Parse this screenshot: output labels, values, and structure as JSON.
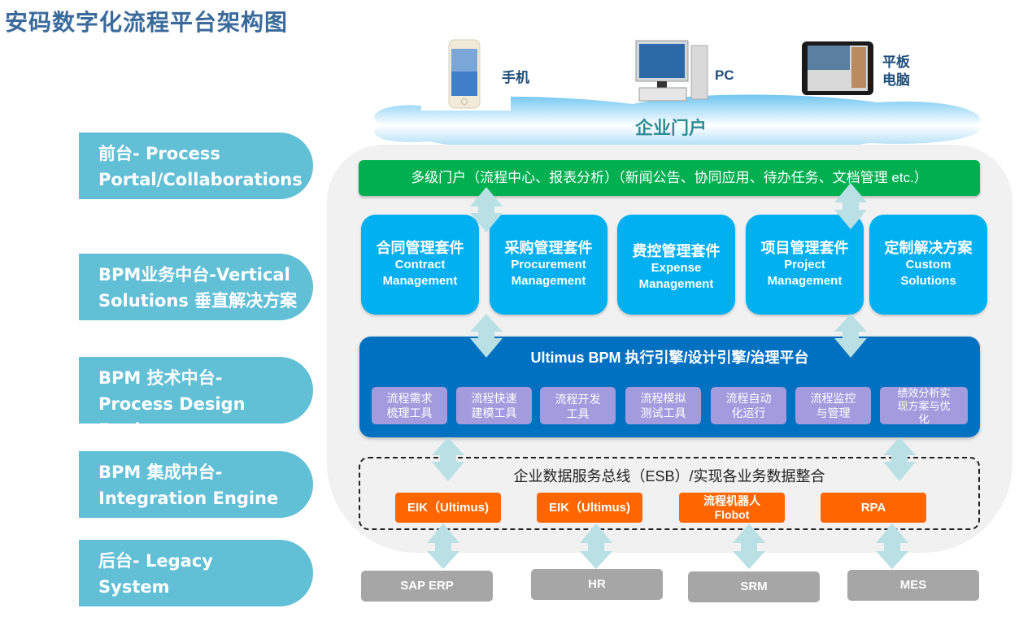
{
  "title": "安码数字化流程平台架构图",
  "devices": [
    {
      "name": "phone",
      "label": "手机"
    },
    {
      "name": "pc",
      "label": "PC"
    },
    {
      "name": "tablet",
      "label": "平板\n电脑"
    }
  ],
  "portal_cloud": "企业门户",
  "layers": [
    {
      "id": "front",
      "label": "前台- Process\nPortal/Collaborations"
    },
    {
      "id": "business",
      "label": "BPM业务中台-Vertical\nSolutions 垂直解决方案"
    },
    {
      "id": "tech",
      "label": "BPM 技术中台-\nProcess Design Engine"
    },
    {
      "id": "integration",
      "label": "BPM 集成中台-\nIntegration Engine"
    },
    {
      "id": "legacy",
      "label": "后台- Legacy\nSystem"
    }
  ],
  "portal_bar": "多级门户（流程中心、报表分析）（新闻公告、协同应用、待办任务、文档管理 etc.）",
  "suites": [
    {
      "cn": "合同管理套件",
      "en": "Contract\nManagement"
    },
    {
      "cn": "采购管理套件",
      "en": "Procurement\nManagement"
    },
    {
      "cn": "费控管理套件",
      "en": "Expense\nManagement"
    },
    {
      "cn": "项目管理套件",
      "en": "Project\nManagement"
    },
    {
      "cn": "定制解决方案",
      "en": "Custom\nSolutions"
    }
  ],
  "engine": {
    "title": "Ultimus BPM 执行引擎/设计引擎/治理平台",
    "tools": [
      "流程需求\n梳理工具",
      "流程快速\n建模工具",
      "流程开发\n工具",
      "流程模拟\n测试工具",
      "流程自动\n化运行",
      "流程监控\n与管理",
      "绩效分析实\n现方案与优\n化"
    ]
  },
  "esb": {
    "title": "企业数据服务总线（ESB）/实现各业务数据整合",
    "items": [
      "EIK（Ultimus)",
      "EIK（Ultimus)",
      "流程机器人\nFlobot",
      "RPA"
    ]
  },
  "legacy_systems": [
    "SAP ERP",
    "HR",
    "SRM",
    "MES"
  ],
  "colors": {
    "title": "#3a6a9b",
    "layer_label": "#61bfd6",
    "portal_bar": "#00b050",
    "suite": "#00b0f0",
    "engine": "#0070c0",
    "tool": "#a29bde",
    "integration": "#ff6600",
    "legacy": "#a6a6a6",
    "arrow": "#b9e0e4"
  }
}
